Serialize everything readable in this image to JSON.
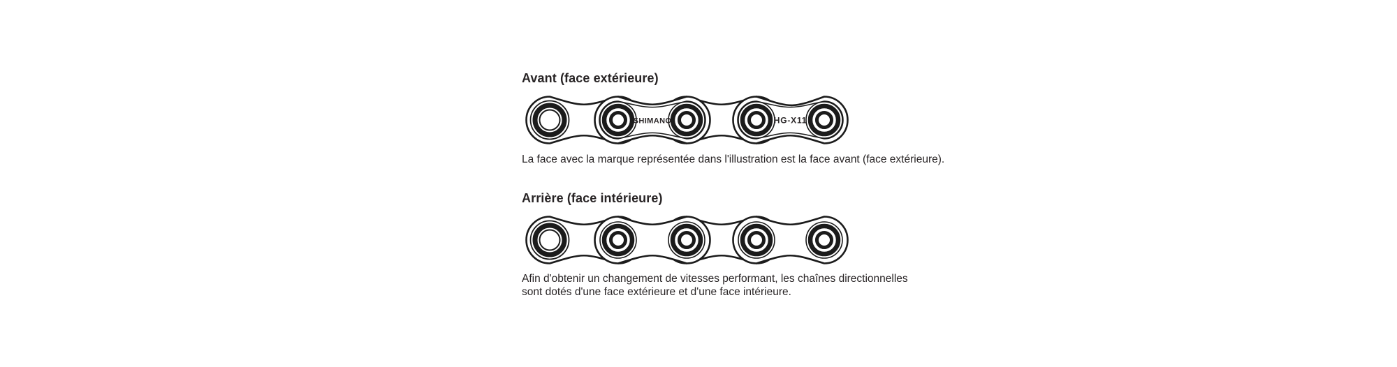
{
  "page": {
    "background": "#ffffff",
    "colors": {
      "text": "#282425",
      "line": "#1b1b1b"
    },
    "sections": [
      {
        "title": "Avant (face extérieure)",
        "caption_lines": [
          "La face avec la marque représentée dans l'illustration est la face avant (face extérieure)."
        ],
        "plate_marks": [
          "SHIMANO",
          "HG-X11"
        ]
      },
      {
        "title": "Arrière (face intérieure)",
        "caption_lines": [
          "Afin d'obtenir un changement de vitesses performant, les chaînes directionnelles",
          "sont dotés d'une face extérieure et d'une face intérieure."
        ],
        "plate_marks": []
      }
    ]
  }
}
